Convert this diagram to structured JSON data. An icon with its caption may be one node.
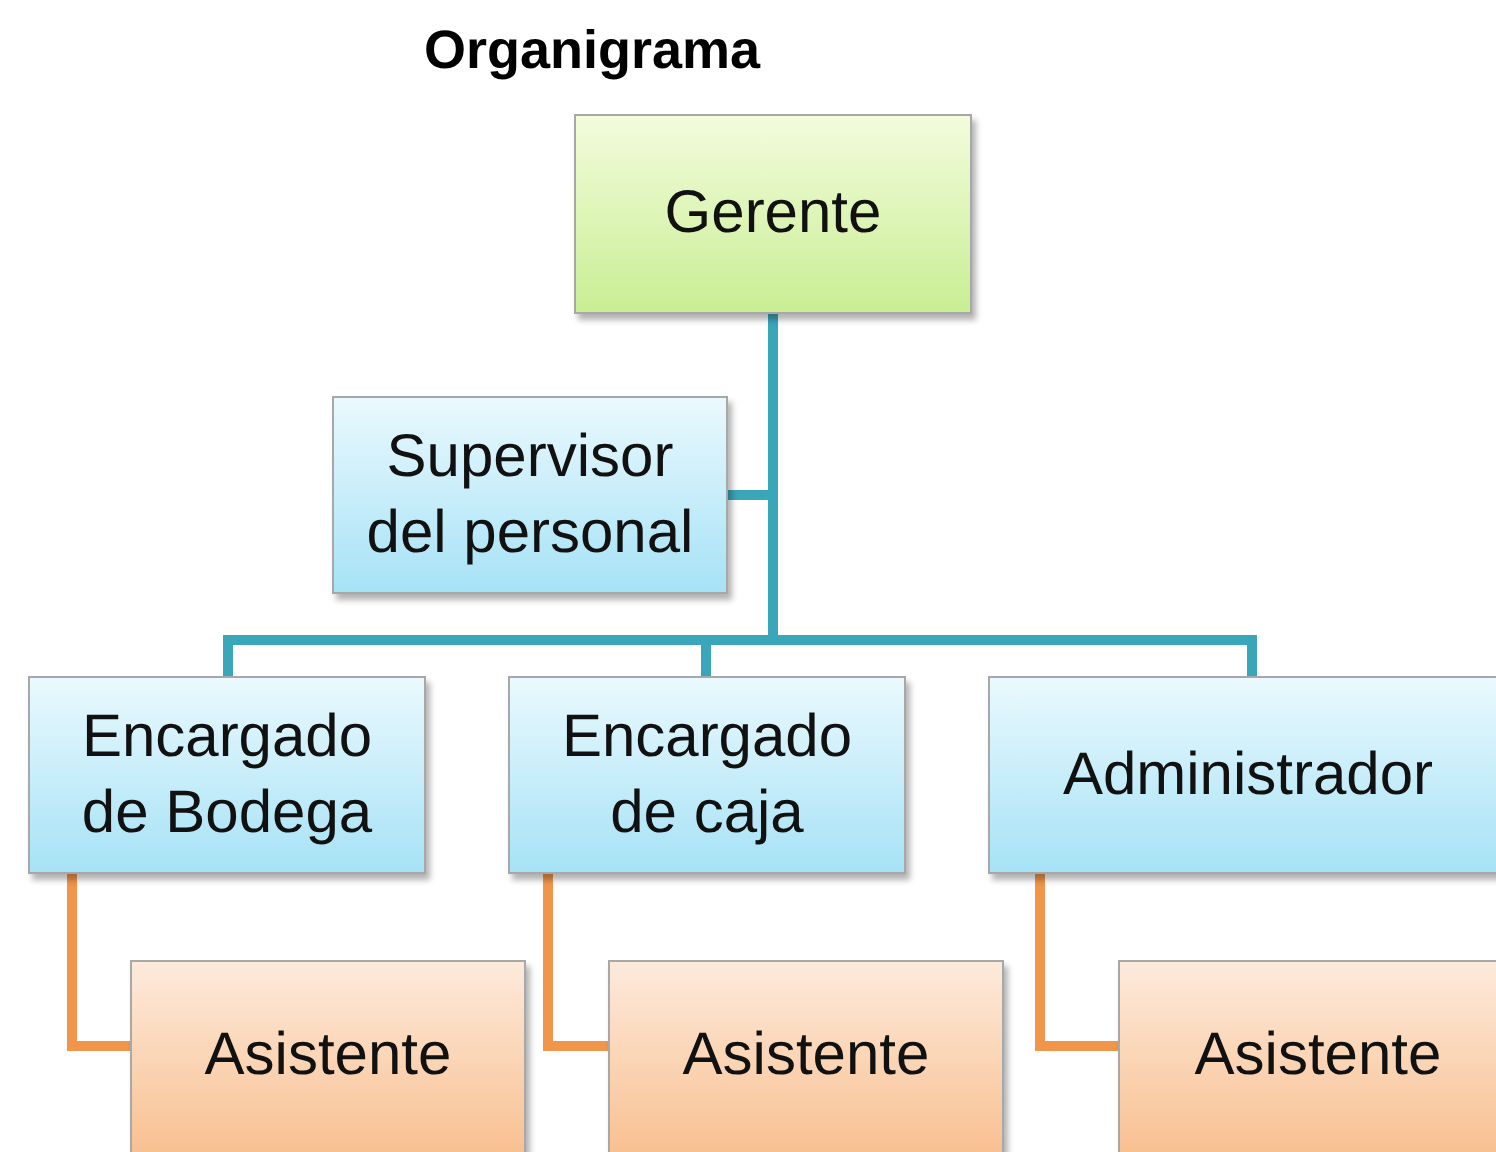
{
  "diagram": {
    "title": "Organigrama",
    "nodes": [
      {
        "text": [
          "Gerente"
        ]
      },
      {
        "text": [
          "Supervisor del personal"
        ]
      },
      {
        "text": [
          "Encargado de Bodega"
        ]
      },
      {
        "text": [
          "Encargado de caja"
        ]
      },
      {
        "text": [
          "Administrador"
        ]
      },
      {
        "text": [
          "Asistente"
        ]
      },
      {
        "text": [
          "Asistente"
        ]
      },
      {
        "text": [
          "Asistente"
        ]
      }
    ],
    "edges": [
      {
        "from": 0,
        "to": 1,
        "arrow": "none"
      },
      {
        "from": 0,
        "to": 2,
        "arrow": "none"
      },
      {
        "from": 0,
        "to": 3,
        "arrow": "none"
      },
      {
        "from": 0,
        "to": 4,
        "arrow": "none"
      },
      {
        "from": 2,
        "to": 5,
        "arrow": "none",
        "color": "#f0954a"
      },
      {
        "from": 3,
        "to": 6,
        "arrow": "none",
        "color": "#f0954a"
      },
      {
        "from": 4,
        "to": 7,
        "arrow": "none",
        "color": "#f0954a"
      }
    ]
  }
}
